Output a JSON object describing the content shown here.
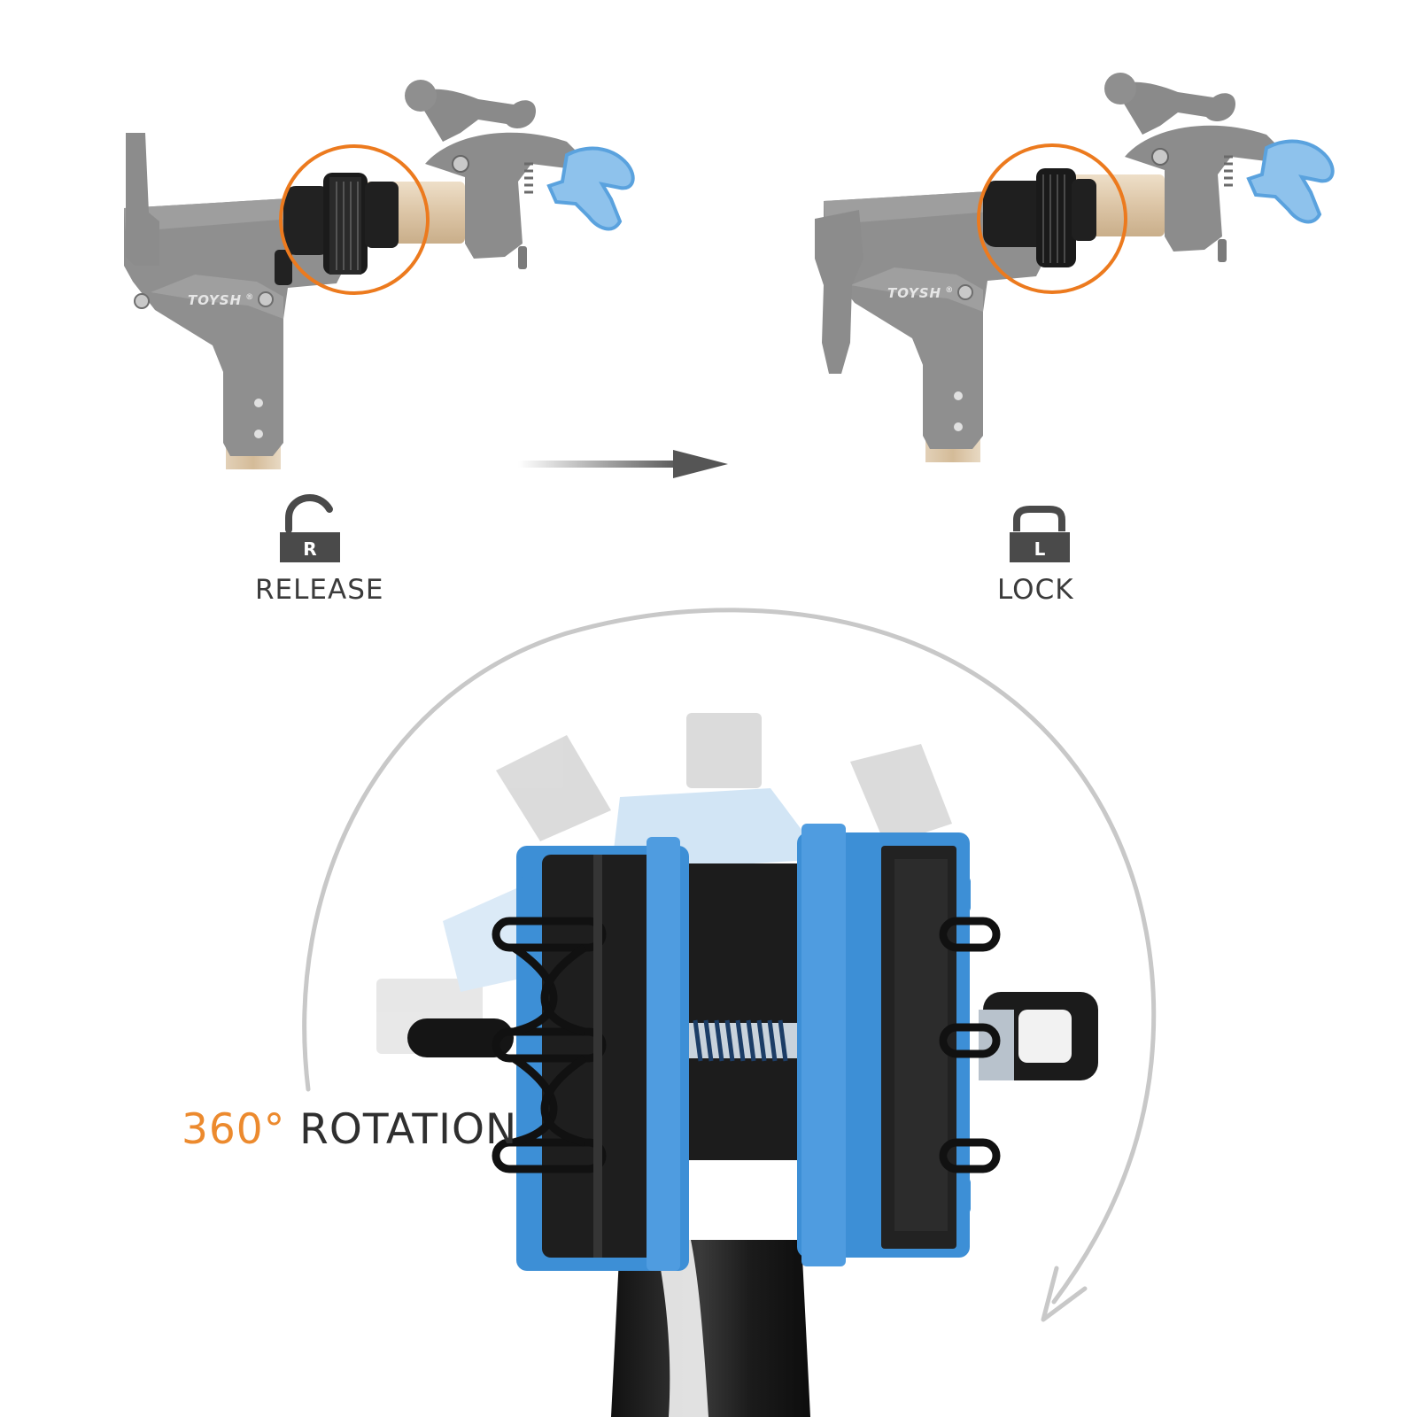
{
  "brand": "TOYSH",
  "brand_mark": "®",
  "states": [
    {
      "badge": "R",
      "label": "RELEASE",
      "icon": "unlocked-padlock-icon"
    },
    {
      "badge": "L",
      "label": "LOCK",
      "icon": "locked-padlock-icon"
    }
  ],
  "rotation": {
    "degrees": "360°",
    "word": "ROTATION"
  },
  "colors": {
    "highlight_ring": "#ec7a1e",
    "accent_orange": "#ec8a2e",
    "clamp_blue": "#3d8fd6",
    "housing_gray": "#8d8d8d",
    "tube": "#dcc6a8",
    "rubber": "#1f1f1f",
    "text": "#3b3b3b"
  }
}
